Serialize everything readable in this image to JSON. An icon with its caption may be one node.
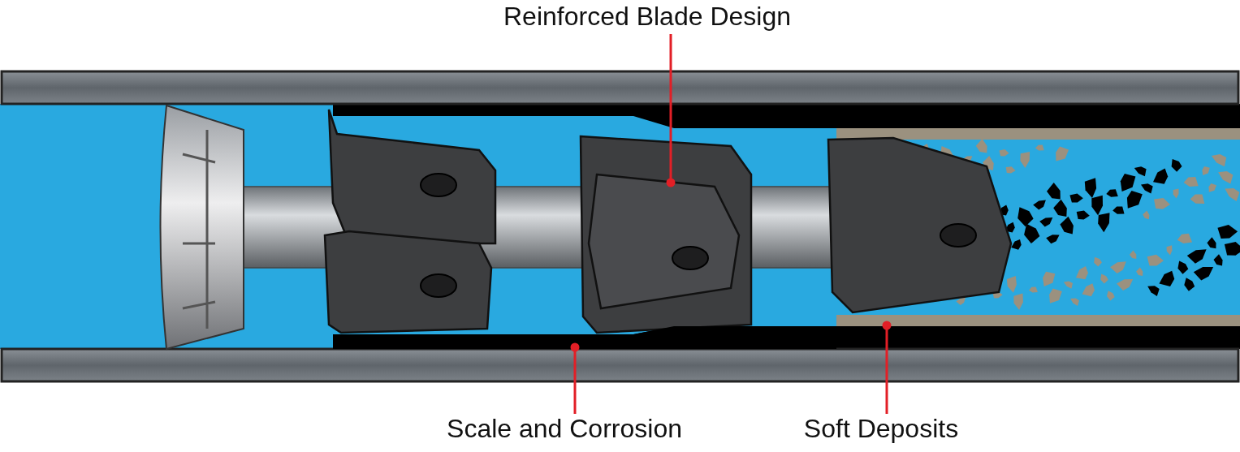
{
  "diagram": {
    "nodes": [
      {
        "text": [
          "Reinforced Blade Design"
        ]
      },
      {
        "text": [],
        "shape": "picture"
      },
      {
        "text": [],
        "shape": "bar"
      },
      {
        "text": [],
        "shape": "bar"
      },
      {
        "text": [
          "Scale and Corrosion"
        ]
      },
      {
        "text": [
          "Soft Deposits"
        ]
      }
    ],
    "edges": [
      {
        "from": 0,
        "to": 1,
        "arrow": "other"
      },
      {
        "from": 4,
        "to": 2,
        "arrow": "other"
      },
      {
        "from": 5,
        "to": 3,
        "arrow": "other"
      }
    ]
  }
}
